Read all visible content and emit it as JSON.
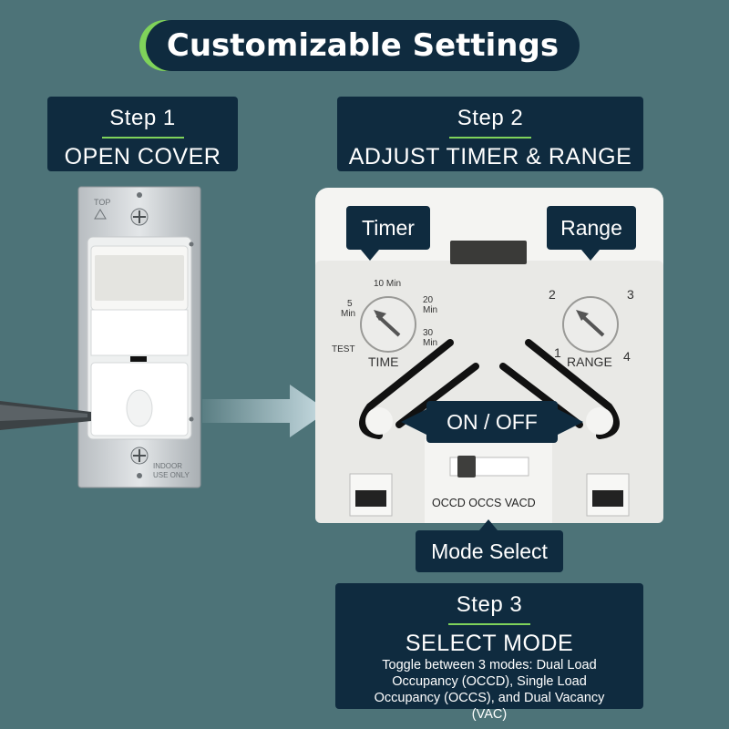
{
  "header": {
    "title": "Customizable Settings"
  },
  "steps": [
    {
      "label": "Step 1",
      "title": "OPEN COVER"
    },
    {
      "label": "Step 2",
      "title": "ADJUST TIMER & RANGE"
    },
    {
      "label": "Step 3",
      "title": "SELECT MODE",
      "description": "Toggle between 3 modes:  Dual Load Occupancy (OCCD), Single Load Occupancy (OCCS), and Dual Vacancy (VAC)"
    }
  ],
  "callouts": {
    "timer": "Timer",
    "range": "Range",
    "on_off": "ON / OFF",
    "mode_select": "Mode Select"
  },
  "device": {
    "plate_top": "TOP",
    "plate_bottom_line1": "INDOOR",
    "plate_bottom_line2": "USE ONLY",
    "timer_labels": {
      "min5_a": "5",
      "min5_b": "Min",
      "min10": "10 Min",
      "min20_a": "20",
      "min20_b": "Min",
      "min30_a": "30",
      "min30_b": "Min",
      "test": "TEST",
      "name": "TIME"
    },
    "range_labels": {
      "r1": "1",
      "r2": "2",
      "r3": "3",
      "r4": "4",
      "name": "RANGE"
    },
    "mode_labels": "OCCD OCCS VACD"
  },
  "colors": {
    "background": "#4d7378",
    "navy": "#0f2b3f",
    "accent_green": "#7fd35a",
    "arrow": "#c9dde3"
  }
}
